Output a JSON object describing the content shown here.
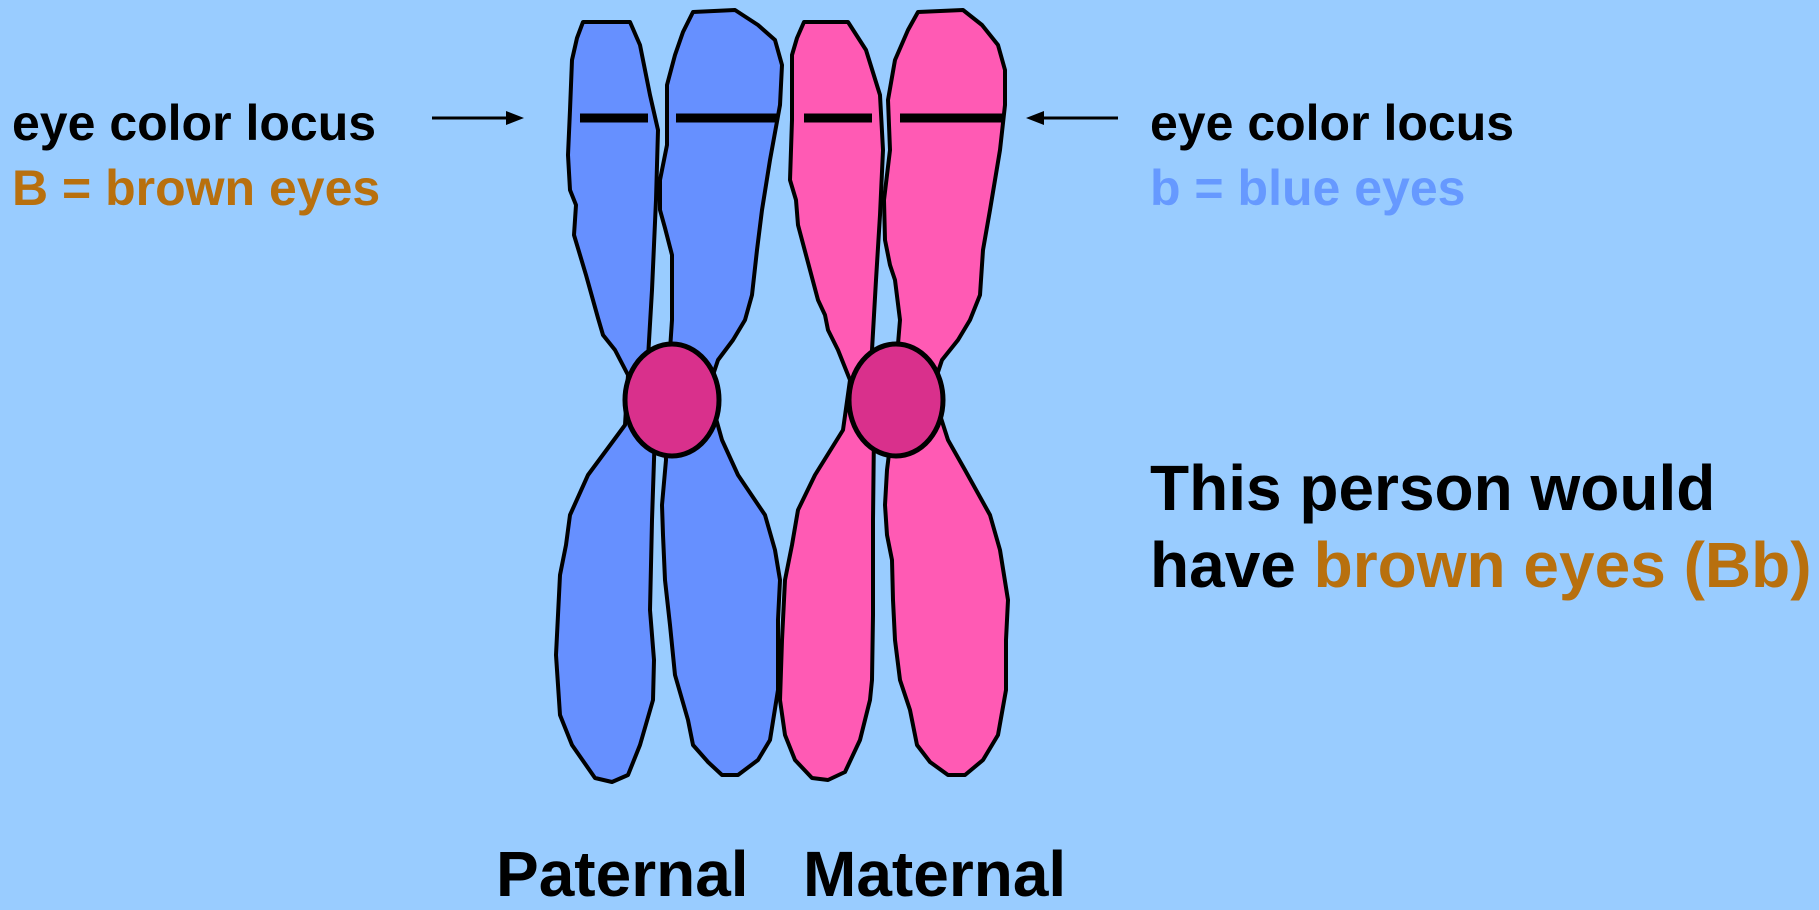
{
  "colors": {
    "background": "#99ccff",
    "paternal_chromosome": "#6690ff",
    "maternal_chromosome": "#ff5ab4",
    "centromere": "#d9308c",
    "dominant_allele_text": "#b8700e",
    "recessive_allele_text": "#6699ff"
  },
  "left_annotation": {
    "locus_label": "eye color locus",
    "allele_label": "B = brown eyes"
  },
  "right_annotation": {
    "locus_label": "eye color locus",
    "allele_label": "b = blue eyes"
  },
  "conclusion": {
    "line1": "This person would",
    "line2_prefix": "have ",
    "line2_highlight": "brown eyes (Bb)"
  },
  "chromosome_labels": {
    "paternal": "Paternal",
    "maternal": "Maternal"
  },
  "icons": [
    "arrow-right-icon",
    "arrow-left-icon"
  ]
}
